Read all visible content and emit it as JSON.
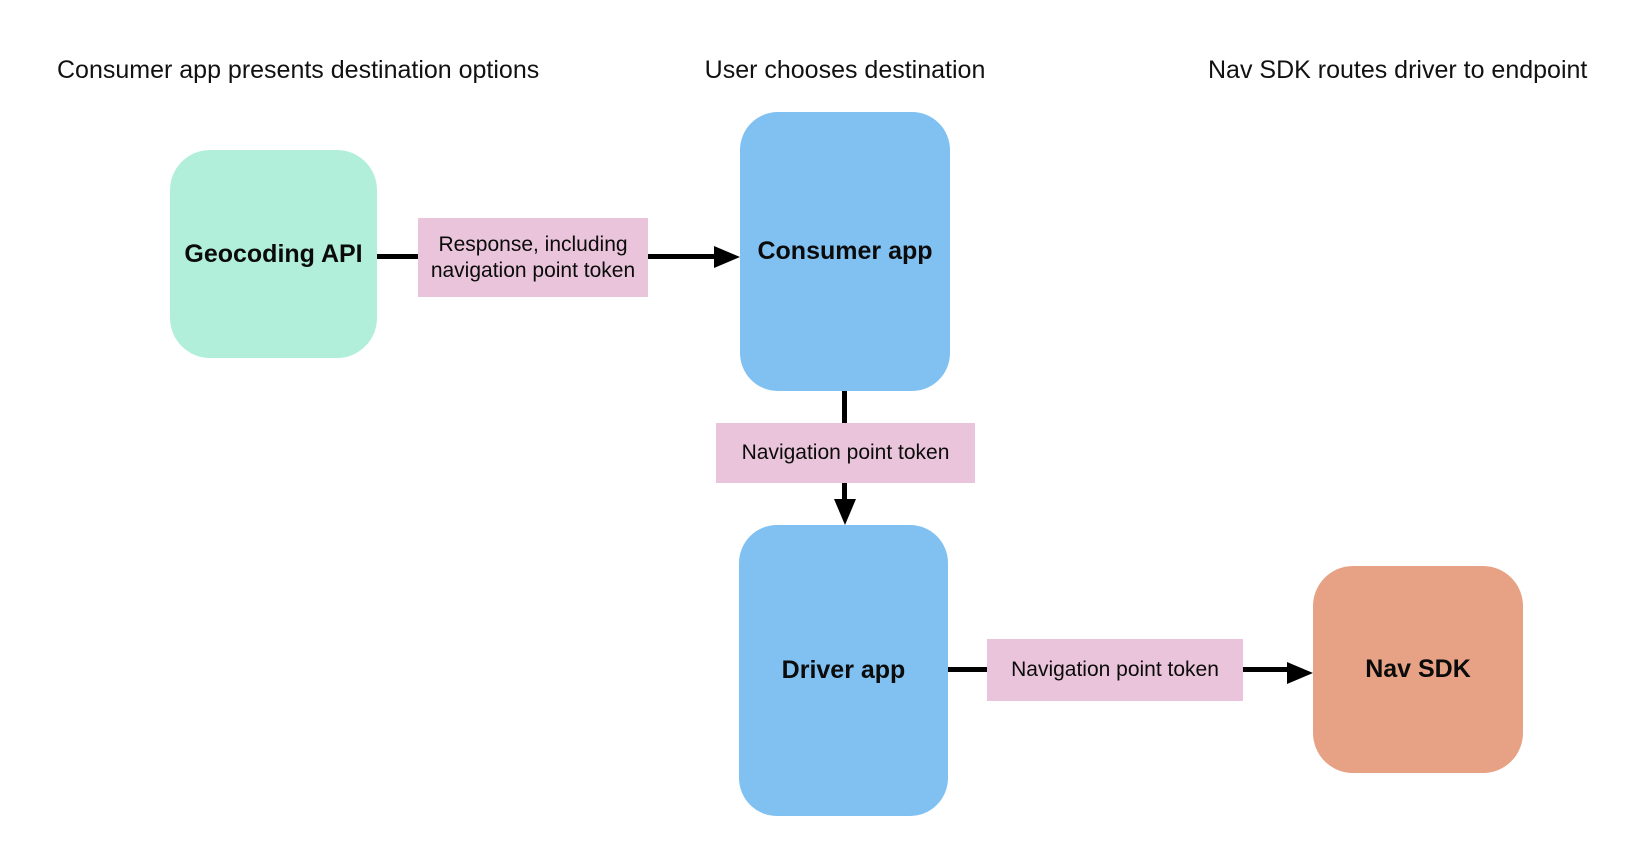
{
  "diagram": {
    "background": "#ffffff",
    "arrow_color": "#000000",
    "text_color": "#0b0b0b"
  },
  "captions": [
    {
      "text": "Consumer app presents destination options"
    },
    {
      "text": "User chooses destination"
    },
    {
      "text": "Nav SDK routes driver to endpoint"
    }
  ],
  "nodes": [
    {
      "id": "geocoding-api",
      "label": "Geocoding API",
      "fill": "#b1efdb"
    },
    {
      "id": "consumer-app",
      "label": "Consumer app",
      "fill": "#80c1f2"
    },
    {
      "id": "driver-app",
      "label": "Driver app",
      "fill": "#80c1f2"
    },
    {
      "id": "nav-sdk",
      "label": "Nav SDK",
      "fill": "#e7a184"
    }
  ],
  "edges": [
    {
      "from": "geocoding-api",
      "to": "consumer-app",
      "direction": "right",
      "label": "Response, including navigation point token",
      "label_fill": "#e9c4da"
    },
    {
      "from": "consumer-app",
      "to": "driver-app",
      "direction": "down",
      "label": "Navigation point token",
      "label_fill": "#e9c4da"
    },
    {
      "from": "driver-app",
      "to": "nav-sdk",
      "direction": "right",
      "label": "Navigation point token",
      "label_fill": "#e9c4da"
    }
  ]
}
